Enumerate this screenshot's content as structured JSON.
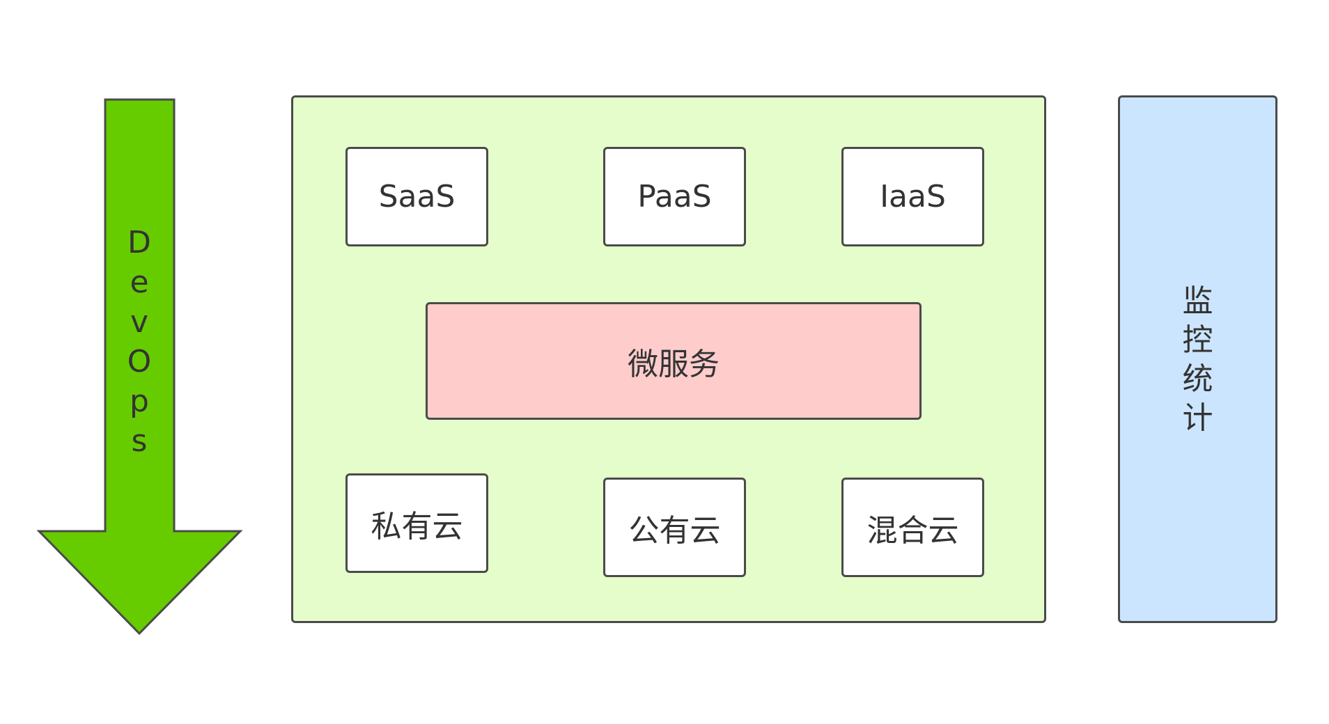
{
  "devops": {
    "label": "DevOps",
    "letters": [
      "D",
      "e",
      "v",
      "O",
      "p",
      "s"
    ],
    "color": "#66cc00"
  },
  "cloud_panel": {
    "color": "#e5fdca",
    "service_models": {
      "saas": "SaaS",
      "paas": "PaaS",
      "iaas": "IaaS"
    },
    "microservices": {
      "label": "微服务",
      "color": "#ffcccc"
    },
    "deployment": {
      "private_cloud": "私有云",
      "public_cloud": "公有云",
      "hybrid_cloud": "混合云"
    }
  },
  "monitoring": {
    "label": "监控统计",
    "chars": [
      "监",
      "控",
      "统",
      "计"
    ],
    "color": "#cce5ff"
  }
}
